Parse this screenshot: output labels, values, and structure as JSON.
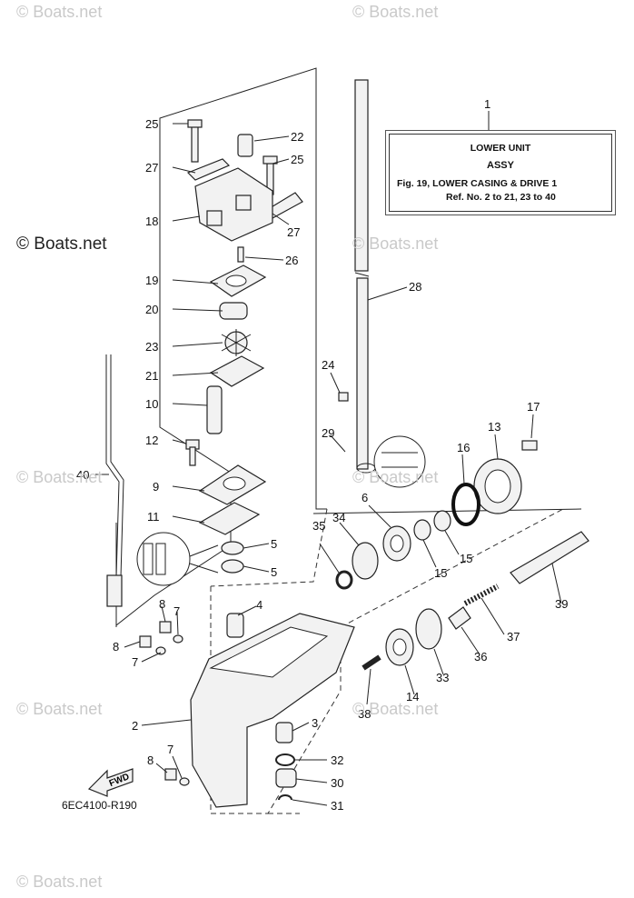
{
  "watermarks": [
    "© Boats.net",
    "© Boats.net",
    "© Boats.net",
    "© Boats.net",
    "© Boats.net",
    "© Boats.net",
    "© Boats.net",
    "© Boats.net"
  ],
  "main_watermark": "© Boats.net",
  "title_box": {
    "line1": "LOWER UNIT",
    "line2": "ASSY",
    "line3": "Fig. 19, LOWER CASING & DRIVE 1",
    "line4": "Ref. No. 2 to 21, 23 to 40"
  },
  "diagram_code": "6EC4100-R190",
  "fwd_label": "FWD",
  "callouts": [
    "1",
    "25",
    "22",
    "27",
    "25",
    "18",
    "27",
    "26",
    "19",
    "20",
    "23",
    "21",
    "10",
    "12",
    "9",
    "11",
    "40",
    "28",
    "24",
    "29",
    "17",
    "13",
    "16",
    "6",
    "34",
    "35",
    "15",
    "15",
    "5",
    "5",
    "4",
    "8",
    "7",
    "8",
    "7",
    "39",
    "37",
    "36",
    "33",
    "14",
    "38",
    "2",
    "3",
    "32",
    "30",
    "31",
    "8",
    "7"
  ]
}
